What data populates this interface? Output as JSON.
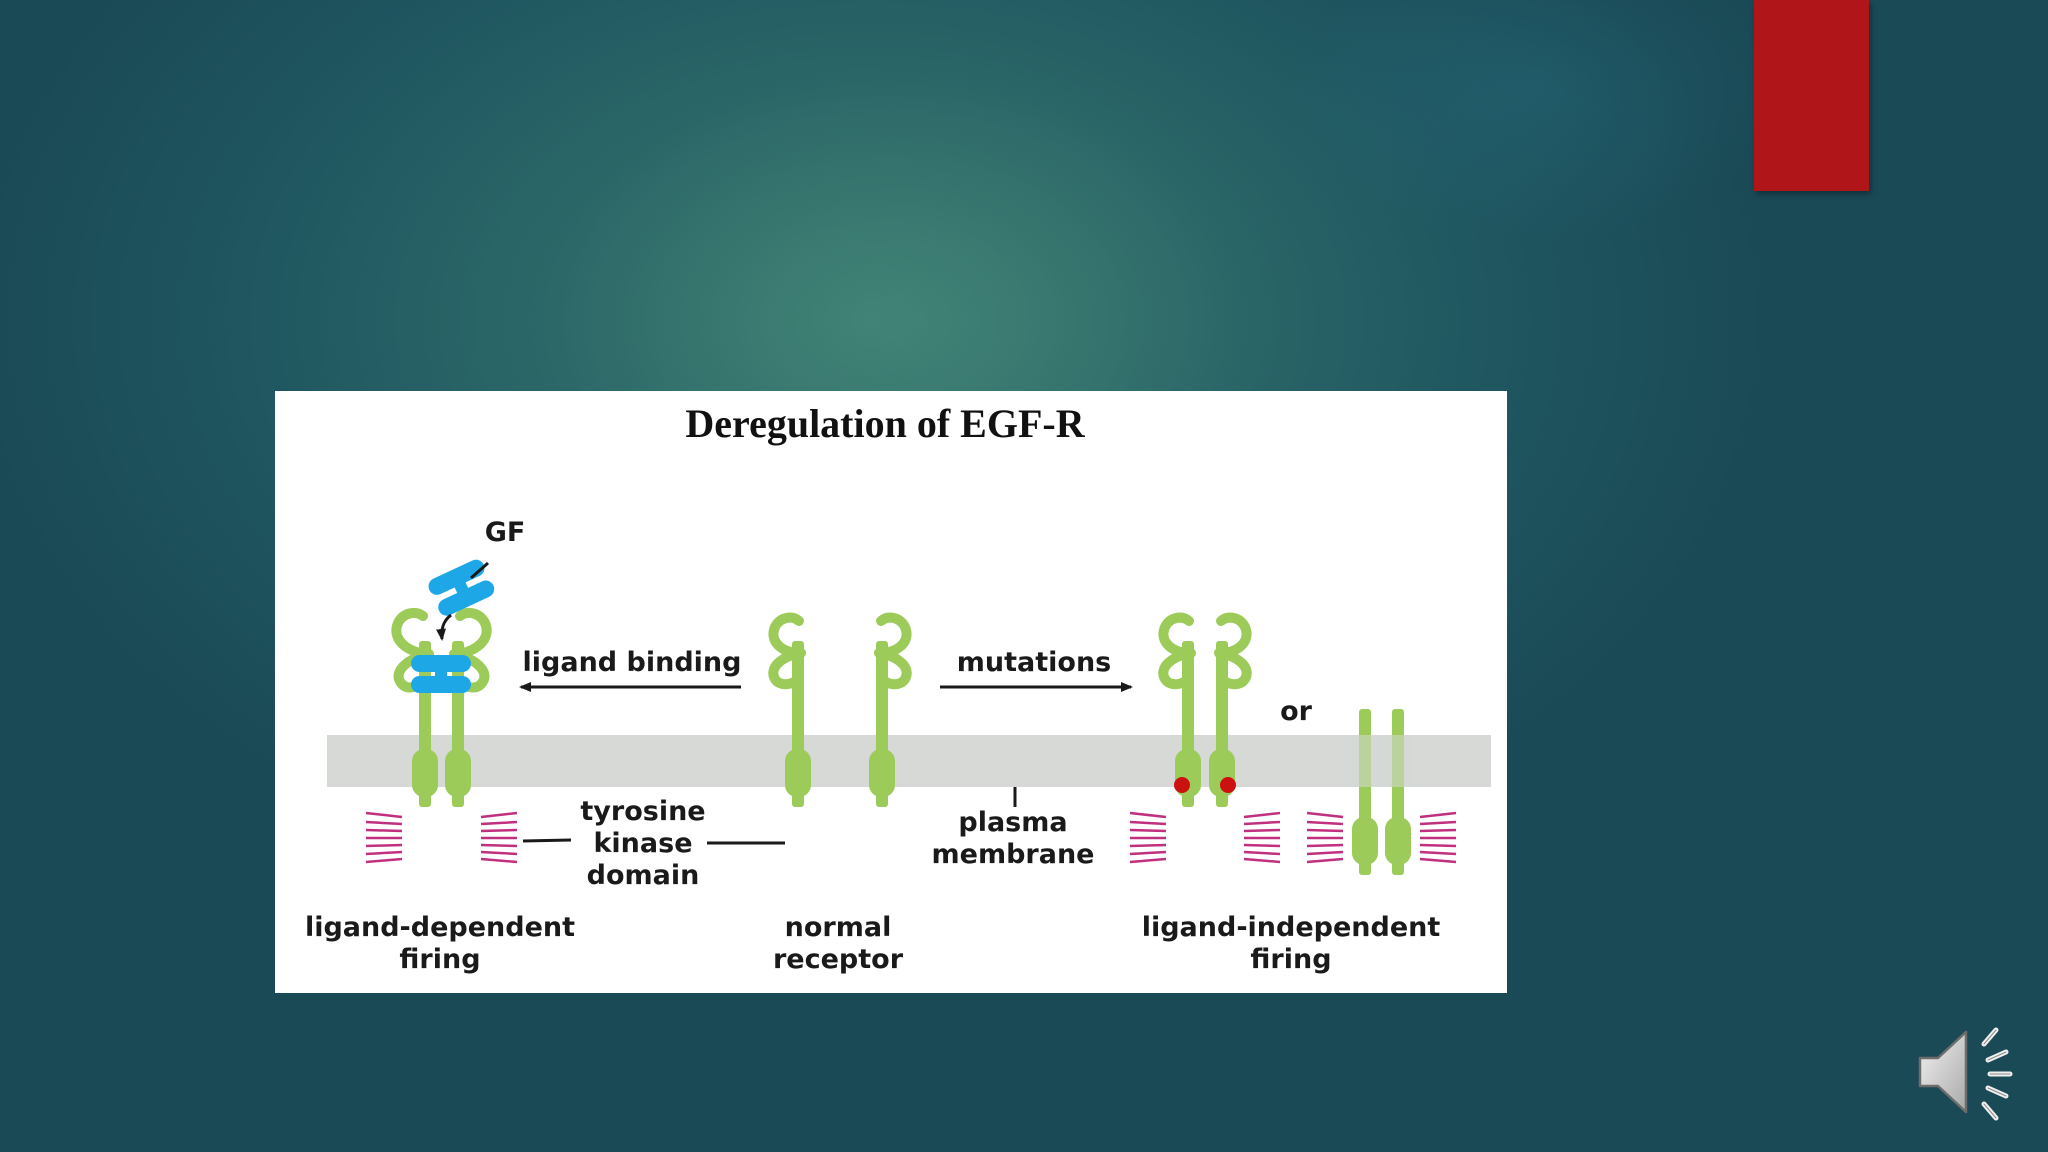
{
  "colors": {
    "background": "#2c6868",
    "accent_tab": "#b0151a",
    "panel": "#ffffff",
    "receptor": "#9ccb5a",
    "growth_factor": "#1ea7e6",
    "signal_burst": "#c0307e",
    "mutation_dot": "#cc1111",
    "membrane": "#d6d9d5",
    "text": "#1a1a1a"
  },
  "figure": {
    "title": "Deregulation of EGF-R",
    "labels": {
      "gf": "GF",
      "ligand_binding": "ligand binding",
      "mutations": "mutations",
      "or": "or",
      "tyrosine": "tyrosine",
      "kinase": "kinase",
      "domain": "domain",
      "plasma": "plasma",
      "membrane": "membrane",
      "ligand_dependent": "ligand-dependent",
      "ligand_independent": "ligand-independent",
      "firing_left": "firing",
      "firing_right": "firing",
      "normal": "normal",
      "receptor": "receptor"
    }
  },
  "icons": {
    "audio": "speaker-icon"
  }
}
